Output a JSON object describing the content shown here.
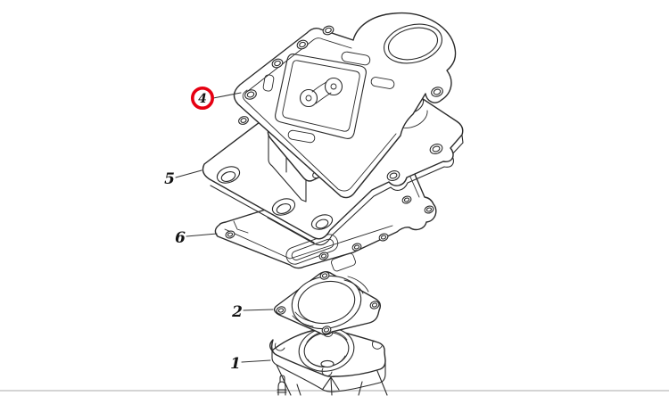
{
  "figure": {
    "type": "exploded-parts-diagram",
    "background_color": "#ffffff",
    "line_color": "#2b2b2b",
    "divider_color": "#c6c6c6",
    "highlight_color": "#e60012",
    "callouts": [
      {
        "label": "4",
        "highlighted": true
      },
      {
        "label": "5",
        "highlighted": false
      },
      {
        "label": "6",
        "highlighted": false
      },
      {
        "label": "2",
        "highlighted": false
      },
      {
        "label": "1",
        "highlighted": false
      }
    ]
  }
}
